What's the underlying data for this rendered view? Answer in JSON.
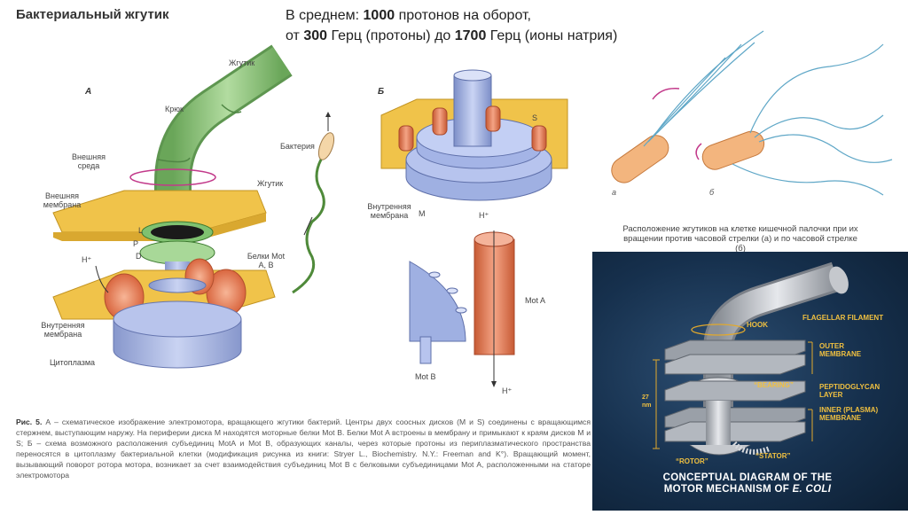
{
  "title": "Бактериальный жгутик",
  "header": {
    "line1_pre": "В среднем: ",
    "line1_num": "1000",
    "line1_post": " протонов на оборот,",
    "line2_pre": "от ",
    "line2_num1": "300",
    "line2_mid": " Герц (протоны) до ",
    "line2_num2": "1700",
    "line2_post": " Герц (ионы натрия)"
  },
  "panel_a": {
    "label": "А",
    "flagellum": "Жгутик",
    "hook": "Крюк",
    "outer_env": "Внешняя среда",
    "outer_membrane": "Внешняя мембрана",
    "inner_membrane": "Внутренняя мембрана",
    "cytoplasm": "Цитоплазма",
    "bacteria": "Бактерия",
    "flagellum2": "Жгутик",
    "mot_proteins": "Белки Mot A, B",
    "proton": "H⁺",
    "l": "L",
    "p": "P",
    "d": "D"
  },
  "panel_b": {
    "label": "Б",
    "s": "S",
    "m": "M",
    "inner_membrane": "Внутренняя мембрана",
    "proton_top": "H⁺",
    "proton_bottom": "H⁺",
    "mot_a": "Mot A",
    "mot_b": "Mot B"
  },
  "top_right": {
    "label_a": "а",
    "label_b": "б",
    "caption": "Расположение жгутиков на клетке кишечной палочки при их вращении против часовой стрелки (а) и по часовой стрелке (б)"
  },
  "figure_caption": {
    "lead": "Рис. 5.",
    "text": " А – схематическое изображение электромотора, вращающего жгутики бактерий. Центры двух соосных дисков (M и S) соединены с вращающимся стержнем, выступающим наружу. На периферии диска M находятся моторные белки Mot B. Белки Mot A встроены в мембрану и примыкают к краям дисков M и S; Б – схема возможного расположения субъединиц MotA и Mot B, образующих каналы, через которые протоны из периплазматического пространства переносятся в цитоплазму бактериальной клетки (модификация рисунка из книги: Stryer L., Biochemistry. N.Y.: Freeman and K°). Вращающий момент, вызывающий поворот ротора мотора, возникает за счет взаимодействия субъединиц Mot B с белковыми субъединицами Mot A, расположенными на статоре электромотора"
  },
  "dark_panel": {
    "flagellar_filament": "FLAGELLAR FILAMENT",
    "hook": "HOOK",
    "outer_membrane": "OUTER MEMBRANE",
    "bearing": "“BEARING”",
    "peptidoglycan": "PEPTIDOGLYCAN LAYER",
    "inner_membrane": "INNER (PLASMA) MEMBRANE",
    "rotor": "“ROTOR”",
    "stator": "“STATOR”",
    "size": "27 nm",
    "conceptual_line1": "CONCEPTUAL DIAGRAM OF THE",
    "conceptual_line2_pre": "MOTOR MECHANISM OF ",
    "conceptual_line2_em": "E. COLI"
  },
  "colors": {
    "green": "#8fc47a",
    "yellow": "#f0c34a",
    "blue": "#a9b8e4",
    "orange": "#e98760",
    "dark_bg": "#16304d",
    "dark_label": "#f0c040"
  }
}
